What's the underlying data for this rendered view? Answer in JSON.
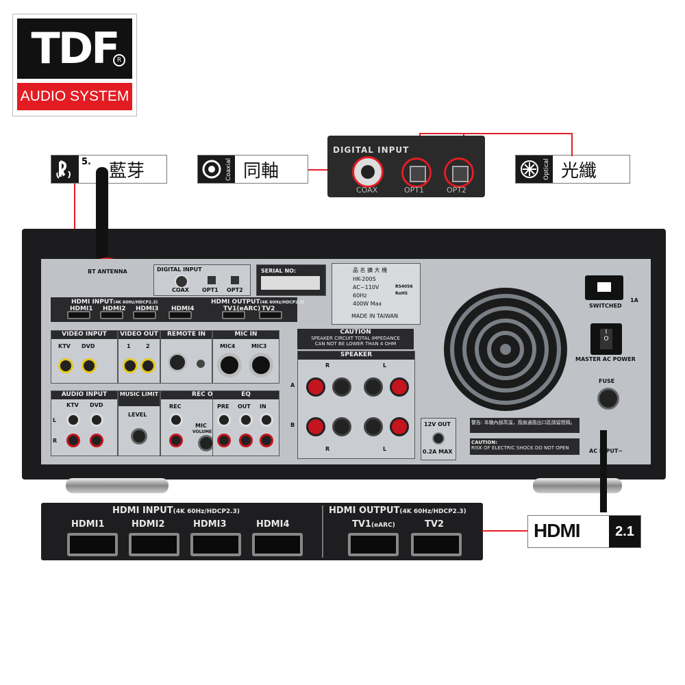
{
  "logo": {
    "brand": "TDF",
    "registered": "R",
    "tagline": "AUDIO SYSTEM"
  },
  "callouts": {
    "bluetooth": {
      "icon": "bluetooth-icon",
      "version": "5.",
      "label": "藍芽"
    },
    "coaxial": {
      "icon": "coaxial-icon",
      "side": "Coaxial",
      "label": "同軸"
    },
    "optical": {
      "icon": "optical-icon",
      "side": "Optical",
      "label": "光纖"
    }
  },
  "digital_input_inset": {
    "title": "DIGITAL INPUT",
    "ports": [
      "COAX",
      "OPT1",
      "OPT2"
    ]
  },
  "rear_panel": {
    "antenna": "BT ANTENNA",
    "digital_input": {
      "title": "DIGITAL INPUT",
      "ports": [
        "COAX",
        "OPT1",
        "OPT2"
      ]
    },
    "serial": "SERIAL NO:",
    "hdmi_input": {
      "title": "HDMI INPUT",
      "spec": "(4K 60Hz/HDCP2.3)",
      "ports": [
        "HDMI1",
        "HDMI2",
        "HDMI3",
        "HDMI4"
      ]
    },
    "hdmi_output": {
      "title": "HDMI OUTPUT",
      "spec": "(4K 60Hz/HDCP2.3)",
      "ports": [
        "TV1(eARC)",
        "TV2"
      ]
    },
    "spec_label": {
      "title": "品 名 擴 大 機",
      "model": "HK-200S",
      "voltage": "AC~110V",
      "freq": "60Hz",
      "power": "400W Max",
      "made": "MADE IN TAIWAN",
      "cert": "R54056",
      "rohs": "RoHS"
    },
    "video_input": {
      "title": "VIDEO INPUT",
      "ch": [
        "KTV",
        "DVD"
      ]
    },
    "video_out": {
      "title": "VIDEO OUT",
      "ch": [
        "1",
        "2"
      ]
    },
    "remote_in": "REMOTE IN",
    "mic_in": {
      "title": "MIC IN",
      "ch": [
        "MIC4",
        "MIC3"
      ]
    },
    "caution": {
      "title": "CAUTION",
      "line1": "SPEAKER CIRCUIT TOTAL IMPEDANCE",
      "line2": "CAN NOT BE LOWER THAN 4 OHM"
    },
    "speaker": {
      "title": "SPEAKER",
      "r": "R",
      "l": "L",
      "a": "A",
      "b": "B"
    },
    "audio_input": {
      "title": "AUDIO INPUT",
      "ch": [
        "KTV",
        "DVD"
      ],
      "l": "L",
      "r": "R"
    },
    "music_limit": {
      "title": "MUSIC LIMIT",
      "level": "LEVEL"
    },
    "rec_out": {
      "title": "REC OUT",
      "rec": "REC",
      "mic": "MIC",
      "vol": "VOLUME"
    },
    "eq": {
      "title": "EQ",
      "ports": [
        "PRE",
        "OUT",
        "IN"
      ]
    },
    "dc_out": {
      "title": "12V OUT",
      "max": "0.2A MAX"
    },
    "warning": {
      "zh": "警告: 本機內部高溫，風扇通風出口區請留間隔。",
      "caution": "CAUTION:",
      "risk": "RISK OF ELECTRIC SHOCK DO NOT OPEN"
    },
    "switched": "SWITCHED",
    "switched_rating": "1A",
    "master_power": "MASTER AC POWER",
    "fuse": "FUSE",
    "ac_in": "AC INPUT~"
  },
  "hdmi_zoom": {
    "input_title": "HDMI INPUT",
    "input_spec": "(4K 60Hz/HDCP2.3)",
    "output_title": "HDMI OUTPUT",
    "output_spec": "(4K 60Hz/HDCP2.3)",
    "inputs": [
      "HDMI1",
      "HDMI2",
      "HDMI3",
      "HDMI4"
    ],
    "outputs": [
      "TV1",
      "TV2"
    ],
    "tv1_suffix": "(eARC)"
  },
  "hdmi_badge": {
    "text": "HDMI",
    "version": "2.1"
  }
}
